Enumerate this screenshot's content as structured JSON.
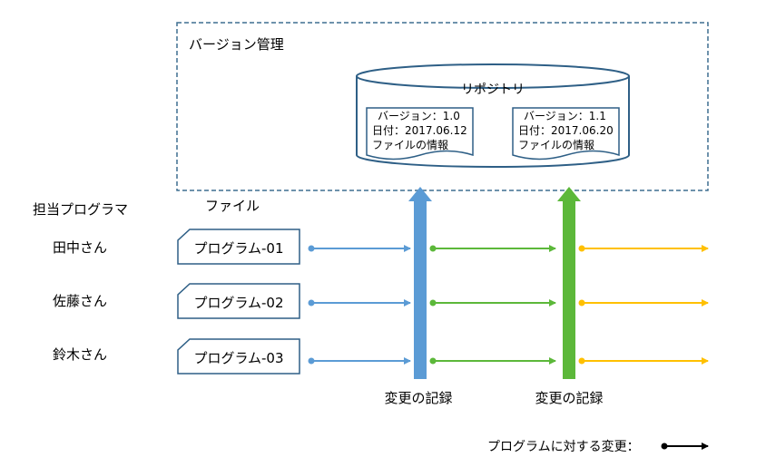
{
  "vcs_box": {
    "title": "バージョン管理"
  },
  "repository": {
    "label": "リポジトリ",
    "records": [
      {
        "version": "バージョン：1.0",
        "date": "日付：2017.06.12",
        "info": "ファイルの情報"
      },
      {
        "version": "バージョン：1.1",
        "date": "日付：2017.06.20",
        "info": "ファイルの情報"
      }
    ]
  },
  "headers": {
    "programmer": "担当プログラマ",
    "file": "ファイル"
  },
  "rows": [
    {
      "person": "田中さん",
      "file": "プログラム-01"
    },
    {
      "person": "佐藤さん",
      "file": "プログラム-02"
    },
    {
      "person": "鈴木さん",
      "file": "プログラム-03"
    }
  ],
  "commits": [
    {
      "label": "変更の記録",
      "color": "#5b9bd5"
    },
    {
      "label": "変更の記録",
      "color": "#5cb83a"
    }
  ],
  "segment_colors": {
    "stage1": "#5b9bd5",
    "stage2": "#5cb83a",
    "stage3": "#ffc000"
  },
  "legend": {
    "label": "プログラムに対する変更："
  }
}
